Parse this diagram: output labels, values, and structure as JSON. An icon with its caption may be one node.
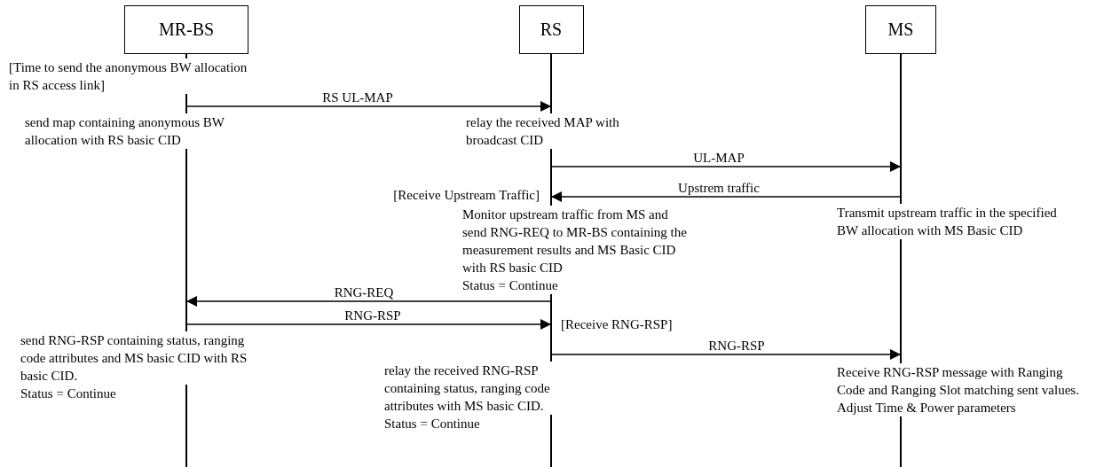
{
  "diagram": {
    "nodes": [
      {
        "text": [
          "MR-BS"
        ]
      },
      {
        "text": [
          "RS"
        ]
      },
      {
        "text": [
          "MS"
        ]
      }
    ],
    "edges": [
      {
        "from": 0,
        "to": 1,
        "arrow": "to",
        "label": "RS UL-MAP"
      },
      {
        "from": 1,
        "to": 2,
        "arrow": "to",
        "label": "UL-MAP"
      },
      {
        "from": 2,
        "to": 1,
        "arrow": "to",
        "label": "Upstrem traffic"
      },
      {
        "from": 1,
        "to": 0,
        "arrow": "to",
        "label": "RNG-REQ"
      },
      {
        "from": 0,
        "to": 1,
        "arrow": "to",
        "label": "RNG-RSP"
      },
      {
        "from": 1,
        "to": 2,
        "arrow": "to",
        "label": "RNG-RSP"
      }
    ],
    "labels": [
      "[Time to send the anonymous BW allocation in RS access link]",
      "send map containing anonymous BW allocation with RS basic CID",
      "relay the received MAP with broadcast CID",
      "[Receive Upstream Traffic]",
      "Transmit upstream traffic in the specified BW allocation with MS Basic CID",
      "Monitor upstream traffic from MS and send RNG-REQ to MR-BS containing the measurement results and MS Basic CID with RS basic CID",
      "Status = Continue",
      "send RNG-RSP containing status, ranging code attributes and MS basic CID with RS basic CID.",
      "Status = Continue",
      "[Receive RNG-RSP]",
      "relay the received RNG-RSP containing status, ranging code attributes with MS basic CID.",
      "Status = Continue",
      "Receive RNG-RSP message with Ranging Code and Ranging Slot matching sent values. Adjust Time & Power parameters"
    ]
  }
}
